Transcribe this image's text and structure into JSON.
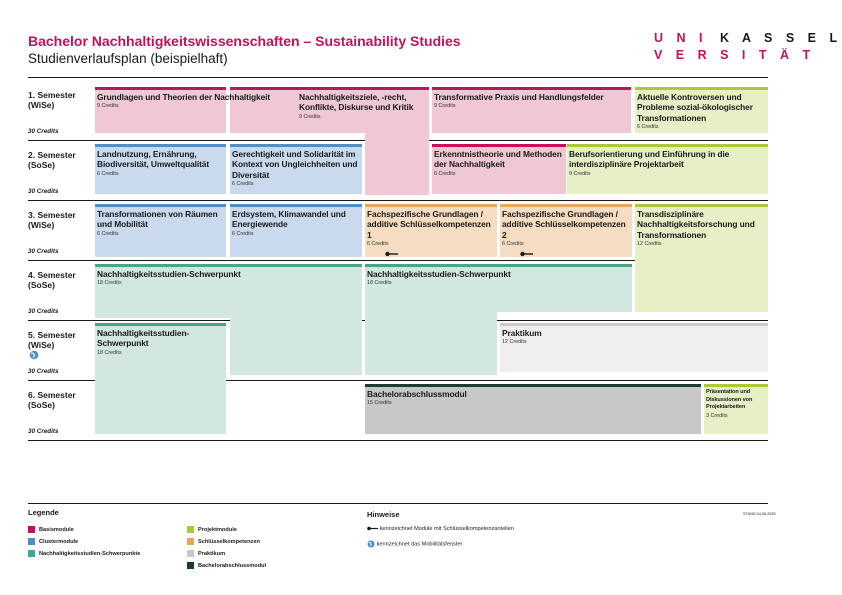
{
  "header": {
    "title": "Bachelor Nachhaltigkeitswissenschaften – Sustainability Studies",
    "subtitle": "Studienverlaufsplan (beispielhaft)",
    "logo_line1_red": "U N I",
    "logo_line1_black": "K A S S E L",
    "logo_line2": "V E R S I T Ä T"
  },
  "colors": {
    "basis": "#c0135a",
    "basis_fill": "#efc8d3",
    "cluster": "#4f8fc9",
    "cluster_fill": "#c9daee",
    "schwer": "#3fa98a",
    "schwer_fill": "#d2e8df",
    "projekt": "#a9c93a",
    "projekt_fill": "#e6efc6",
    "schluessel": "#e3a75f",
    "schluessel_fill": "#f6dcc0",
    "praktikum": "#c9c9c9",
    "praktikum_fill": "#efefef",
    "bachelor": "#1b3c31",
    "bachelor_fill": "#c8c8c8"
  },
  "semesters": [
    {
      "label": "1. Semester",
      "type": "(WiSe)",
      "credits": "30 Credits"
    },
    {
      "label": "2. Semester",
      "type": "(SoSe)",
      "credits": "30 Credits"
    },
    {
      "label": "3. Semester",
      "type": "(WiSe)",
      "credits": "30 Credits"
    },
    {
      "label": "4. Semester",
      "type": "(SoSe)",
      "credits": "30 Credits"
    },
    {
      "label": "5. Semester",
      "type": "(WiSe)",
      "credits": "30 Credits"
    },
    {
      "label": "6. Semester",
      "type": "(SoSe)",
      "credits": "30 Credits"
    }
  ],
  "modules": {
    "grundlagen": {
      "title": "Grundlagen und Theorien der Nachhaltigkeit",
      "credits": "9 Credits"
    },
    "ziele": {
      "title": "Nachhaltigkeitsziele, -recht, Konflikte, Diskurse und Kritik",
      "credits": "9 Credits"
    },
    "transformative": {
      "title": "Transformative Praxis und Handlungsfelder",
      "credits": "9 Credits"
    },
    "kontroversen": {
      "title": "Aktuelle Kontroversen und Probleme sozial-ökologischer Transformationen",
      "credits": "6 Credits"
    },
    "landnutzung": {
      "title": "Landnutzung, Ernährung, Biodiversität, Umweltqualität",
      "credits": "6 Credits"
    },
    "gerechtigkeit": {
      "title": "Gerechtigkeit und Solidarität im Kontext von Ungleichheiten und Diversität",
      "credits": "6 Credits"
    },
    "erkenntnis": {
      "title": "Erkenntnistheorie und Methoden der Nachhaltigkeit",
      "credits": "6 Credits"
    },
    "beruf": {
      "title": "Berufsorientierung und Einführung in die interdisziplinäre Projektarbeit",
      "credits": "9 Credits"
    },
    "raeume": {
      "title": "Transformationen von Räumen und Mobilität",
      "credits": "6 Credits"
    },
    "erdsystem": {
      "title": "Erdsystem, Klimawandel und Energiewende",
      "credits": "6 Credits"
    },
    "fach1": {
      "title": "Fachspezifische Grundlagen / additive Schlüsselkompetenzen 1",
      "credits": "6 Credits"
    },
    "fach2": {
      "title": "Fachspezifische Grundlagen / additive Schlüsselkompetenzen 2",
      "credits": "6 Credits"
    },
    "transdisz": {
      "title": "Transdisziplinäre Nachhaltigkeitsforschung und Transformationen",
      "credits": "12 Credits"
    },
    "schwer1": {
      "title": "Nachhaltigkeitsstudien-Schwerpunkt",
      "credits": "18 Credits"
    },
    "schwer2": {
      "title": "Nachhaltigkeitsstudien-Schwerpunkt",
      "credits": "18 Credits"
    },
    "schwer3": {
      "title": "Nachhaltigkeitsstudien-Schwerpunkt",
      "credits": "18 Credits"
    },
    "praktikum": {
      "title": "Praktikum",
      "credits": "12 Credits"
    },
    "bachelorarbeit": {
      "title": "Bachelorabschlussmodul",
      "credits": "15 Credits"
    },
    "praesentation": {
      "title": "Präsentation und Diskussionen von Projektarbeiten",
      "credits": "3 Credits"
    }
  },
  "legend": {
    "title": "Legende",
    "items": [
      {
        "label": "Basismodule",
        "color": "#c0135a"
      },
      {
        "label": "Clustermodule",
        "color": "#4f8fc9"
      },
      {
        "label": "Nachhaltigkeitsstudien-Schwerpunkte",
        "color": "#3fa98a"
      },
      {
        "label": "Projektmodule",
        "color": "#a9c93a"
      },
      {
        "label": "Schlüsselkompetenzen",
        "color": "#e3a75f"
      },
      {
        "label": "Praktikum",
        "color": "#c9c9c9"
      },
      {
        "label": "Bachelorabschlussmodul",
        "color": "#1b3c31"
      }
    ]
  },
  "hints": {
    "title": "Hinweise",
    "items": [
      {
        "icon": "key-icon",
        "text": "kennzeichnet Module mit Schlüsselkompetenzanteilen"
      },
      {
        "icon": "globe-icon",
        "text": "kennzeichnet das Mobilitätsfenster"
      }
    ],
    "stand": "STAND 04.06.2025"
  }
}
